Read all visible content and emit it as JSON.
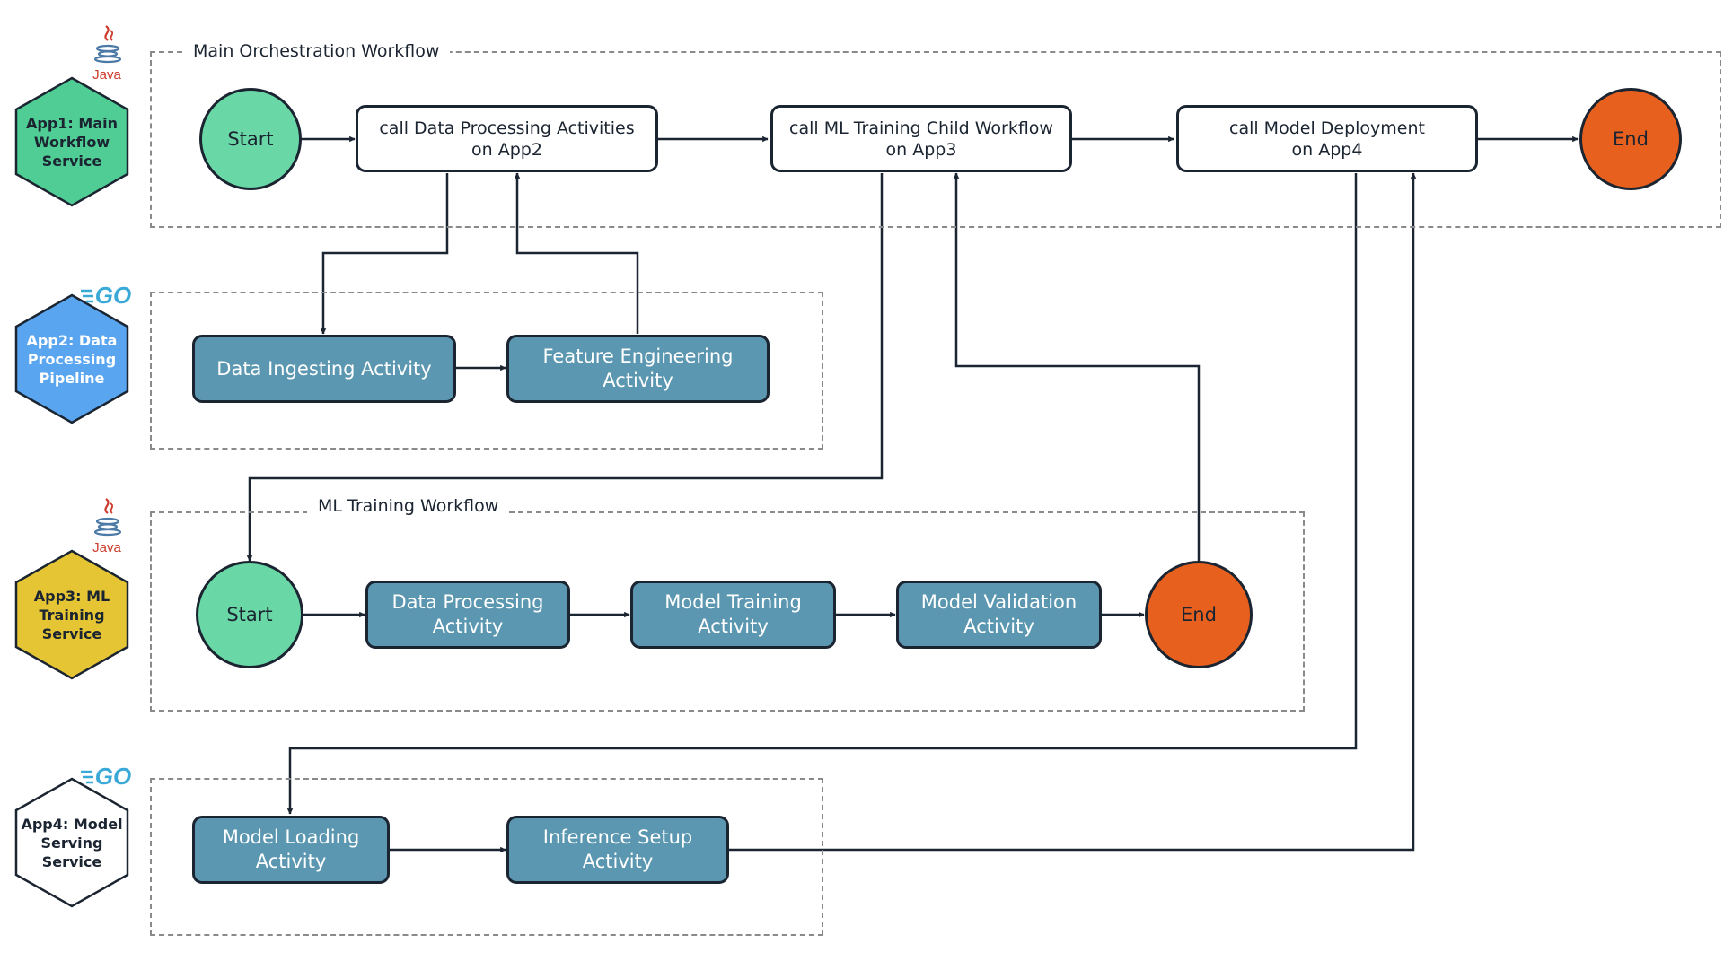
{
  "colors": {
    "start": "#69d8a6",
    "end": "#e8601e",
    "activity": "#5b97b0",
    "stroke": "#1b2431",
    "app1": "#4fcd95",
    "app2": "#5aa5ef",
    "app3": "#e6c534",
    "app4": "#ffffff",
    "java_red": "#cc3a2b",
    "java_blue": "#4c7aa6",
    "go_blue": "#3aa9d8"
  },
  "services": [
    {
      "lines": [
        "App1: Main",
        "Workflow",
        "Service"
      ],
      "logo": "java-logo"
    },
    {
      "lines": [
        "App2: Data",
        "Processing",
        "Pipeline"
      ],
      "logo": "go-logo"
    },
    {
      "lines": [
        "App3: ML",
        "Training",
        "Service"
      ],
      "logo": "java-logo"
    },
    {
      "lines": [
        "App4: Model",
        "Serving",
        "Service"
      ],
      "logo": "go-logo"
    }
  ],
  "logo_text": {
    "java": "Java",
    "go": "GO"
  },
  "main_workflow": {
    "title": "Main Orchestration Workflow",
    "start": "Start",
    "end": "End",
    "call_data_processing": [
      "call Data Processing Activities",
      "on App2"
    ],
    "call_ml_training": [
      "call ML Training Child Workflow",
      "on App3"
    ],
    "call_model_deployment": [
      "call Model Deployment",
      "on App4"
    ]
  },
  "data_pipeline": {
    "ingesting": [
      "Data Ingesting Activity"
    ],
    "feature_engineering": [
      "Feature Engineering",
      "Activity"
    ]
  },
  "ml_training_workflow": {
    "title": "ML Training Workflow",
    "start": "Start",
    "end": "End",
    "data_processing": [
      "Data Processing",
      "Activity"
    ],
    "model_training": [
      "Model Training",
      "Activity"
    ],
    "model_validation": [
      "Model Validation",
      "Activity"
    ]
  },
  "model_serving": {
    "model_loading": [
      "Model Loading",
      "Activity"
    ],
    "inference_setup": [
      "Inference Setup",
      "Activity"
    ]
  }
}
